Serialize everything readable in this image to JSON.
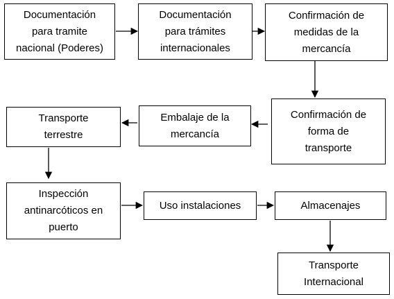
{
  "diagram": {
    "nodes": [
      {
        "id": "n1",
        "label": "Documentación\npara tramite\nnacional (Poderes)"
      },
      {
        "id": "n2",
        "label": "Documentación\npara trámites\ninternacionales"
      },
      {
        "id": "n3",
        "label": "Confirmación de\nmedidas de la\nmercancía"
      },
      {
        "id": "n4",
        "label": "Confirmación de\nforma de\ntransporte"
      },
      {
        "id": "n5",
        "label": "Embalaje de la\nmercancía"
      },
      {
        "id": "n6",
        "label": "Transporte\nterrestre"
      },
      {
        "id": "n7",
        "label": "Inspección\nantinarcóticos en\npuerto"
      },
      {
        "id": "n8",
        "label": "Uso instalaciones"
      },
      {
        "id": "n9",
        "label": "Almacenajes"
      },
      {
        "id": "n10",
        "label": "Transporte\nInternacional"
      }
    ],
    "edges": [
      {
        "from": "n1",
        "to": "n2"
      },
      {
        "from": "n2",
        "to": "n3"
      },
      {
        "from": "n3",
        "to": "n4"
      },
      {
        "from": "n4",
        "to": "n5"
      },
      {
        "from": "n5",
        "to": "n6"
      },
      {
        "from": "n6",
        "to": "n7"
      },
      {
        "from": "n7",
        "to": "n8"
      },
      {
        "from": "n8",
        "to": "n9"
      },
      {
        "from": "n9",
        "to": "n10"
      }
    ]
  }
}
